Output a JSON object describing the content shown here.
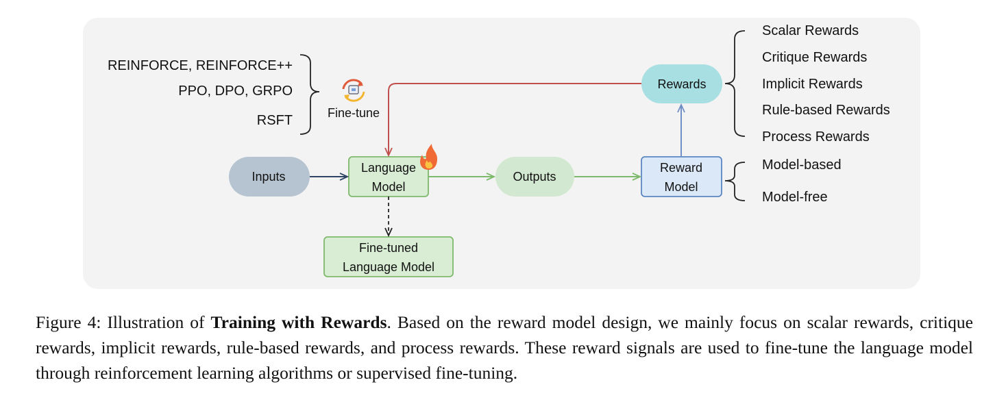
{
  "algorithms": [
    "REINFORCE, REINFORCE++",
    "PPO, DPO, GRPO",
    "RSFT"
  ],
  "finetune_label": "Fine-tune",
  "nodes": {
    "inputs": "Inputs",
    "lm_line1": "Language",
    "lm_line2": "Model",
    "outputs": "Outputs",
    "rm_line1": "Reward",
    "rm_line2": "Model",
    "rewards": "Rewards",
    "ft_line1": "Fine-tuned",
    "ft_line2": "Language Model"
  },
  "reward_types": [
    "Scalar Rewards",
    "Critique Rewards",
    "Implicit Rewards",
    "Rule-based Rewards",
    "Process Rewards"
  ],
  "rm_types": [
    "Model-based",
    "Model-free"
  ],
  "caption": {
    "prefix": "Figure 4: Illustration of ",
    "bold": "Training with Rewards",
    "rest": ". Based on the reward model design, we mainly focus on scalar rewards, critique rewards, implicit rewards, rule-based rewards, and process rewards. These reward signals are used to fine-tune the language model through reinforcement learning algorithms or supervised fine-tuning."
  },
  "colors": {
    "panel": "#f3f3f3",
    "inputs": "#b5c4d0",
    "lm_fill": "#d9ecd4",
    "lm_stroke": "#7db96b",
    "outputs": "#d3e8d0",
    "rm_fill": "#dbe8f8",
    "rm_stroke": "#5b86c4",
    "rewards": "#a7dfe2",
    "feedback_arrow": "#c0504d",
    "green_arrow": "#7db96b",
    "blue_arrow": "#6f8fc5",
    "dark_arrow": "#2e4563"
  }
}
